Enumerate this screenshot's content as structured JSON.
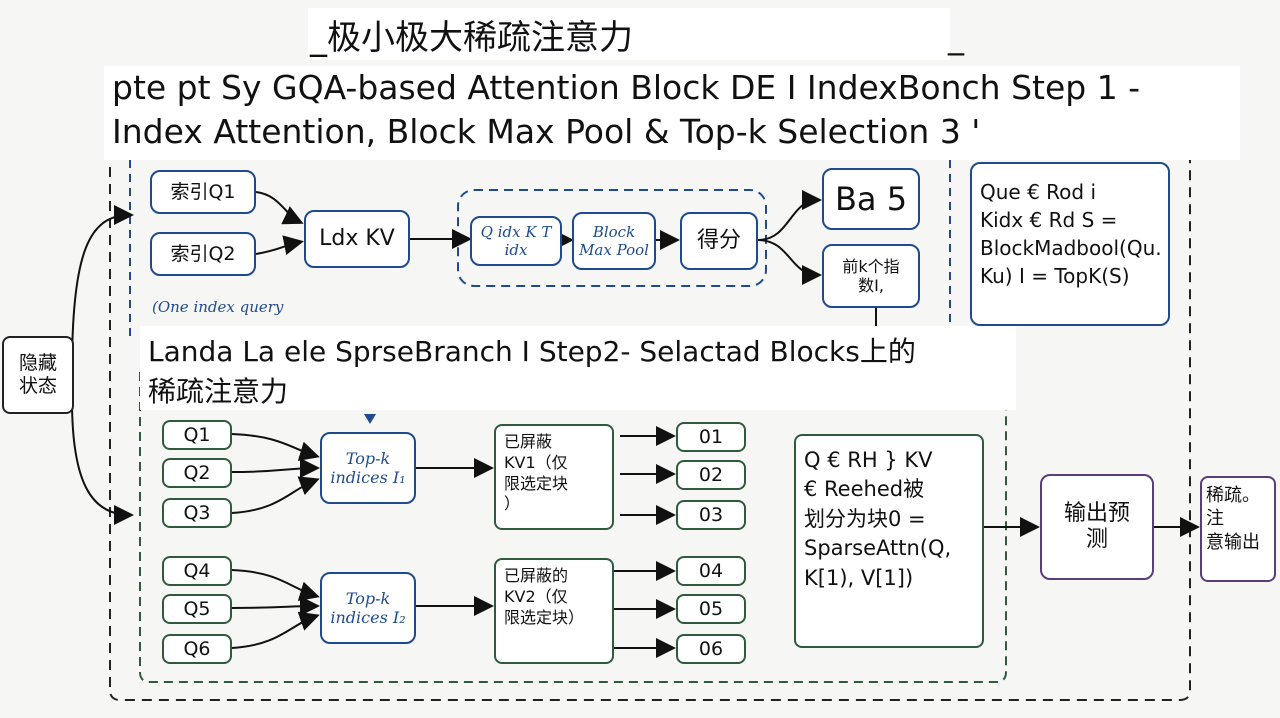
{
  "title": "_极小极大稀疏注意力",
  "title_underscore": "_",
  "top_header_line1": "pte pt Sy GQA-based Attention Block DE I IndexBonch Step 1 -",
  "top_header_line2": "Index Attention, Block Max Pool & Top-k Selection 3 '",
  "hidden_state": "隐藏\n状态",
  "index_queries": [
    "索引Q1",
    "索引Q2"
  ],
  "index_note": "(One index query",
  "ldx_kv": "Ldx KV",
  "qk_label": "Q idx K T idx",
  "block_max_pool": "Block\nMax Pool",
  "score": "得分",
  "ba5": "Ba 5",
  "topk_indices_label": "前k个指\n数I,",
  "formula_top": "Que € Rod i\nKidx € Rd S =\nBlockMadbool(Qu.\nKu) I = TopK(S)",
  "sparse_header_line1": "Landa La ele SprseBranch I Step2- Selactad Blocks上的",
  "sparse_header_line2": "稀疏注意力",
  "queries_group1": [
    "Q1",
    "Q2",
    "Q3"
  ],
  "queries_group2": [
    "Q4",
    "Q5",
    "Q6"
  ],
  "topk1": "Top-k\nindices I₁",
  "topk2": "Top-k\nindices I₂",
  "masked_kv1": "已屏蔽\nKV1（仅\n限选定块\n）",
  "masked_kv2": "已屏蔽的\nKV2（仅\n限选定块）",
  "outputs_group1": [
    "01",
    "02",
    "03"
  ],
  "outputs_group2": [
    "04",
    "05",
    "06"
  ],
  "formula_sparse": "Q € RH } KV\n€ Reehed被\n划分为块0 =\nSparseAttn(Q,\nK[1), V[1])",
  "output_projection": "输出预\n测",
  "sparse_output": "稀疏。\n注\n意输出",
  "colors": {
    "blue": "#1f4b8e",
    "green": "#2f5a3d",
    "purple": "#5a3d7a",
    "dark": "#222222"
  }
}
